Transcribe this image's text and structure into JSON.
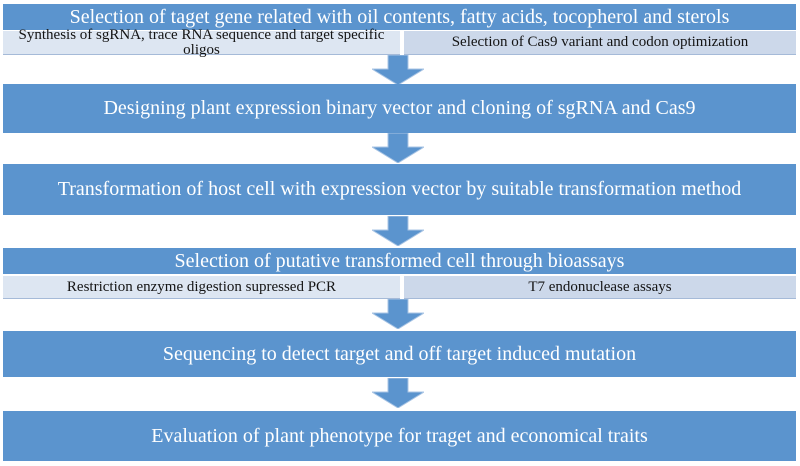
{
  "colors": {
    "bar_blue": "#5b94ce",
    "bar_text": "#ffffff",
    "sub_left_bg": "#dde6f2",
    "sub_right_bg": "#ccd8ea",
    "sub_border": "#a5bad8",
    "sub_text": "#141414",
    "arrow_outline": "#a8c4e4"
  },
  "flow": {
    "step1": {
      "title": "Selection of taget gene related with oil contents, fatty acids, tocopherol and sterols",
      "sub_left": "Synthesis of sgRNA, trace RNA sequence and target specific oligos",
      "sub_right": "Selection of Cas9 variant and codon optimization"
    },
    "step2": {
      "title": "Designing plant expression binary vector and cloning of sgRNA and Cas9"
    },
    "step3": {
      "title": "Transformation of host cell with expression vector by suitable transformation method"
    },
    "step4": {
      "title": "Selection of putative transformed cell through bioassays",
      "sub_left": "Restriction enzyme digestion supressed PCR",
      "sub_right": "T7 endonuclease assays"
    },
    "step5": {
      "title": "Sequencing to detect target and off target induced mutation"
    },
    "step6": {
      "title": "Evaluation of plant phenotype for traget and economical traits"
    }
  }
}
